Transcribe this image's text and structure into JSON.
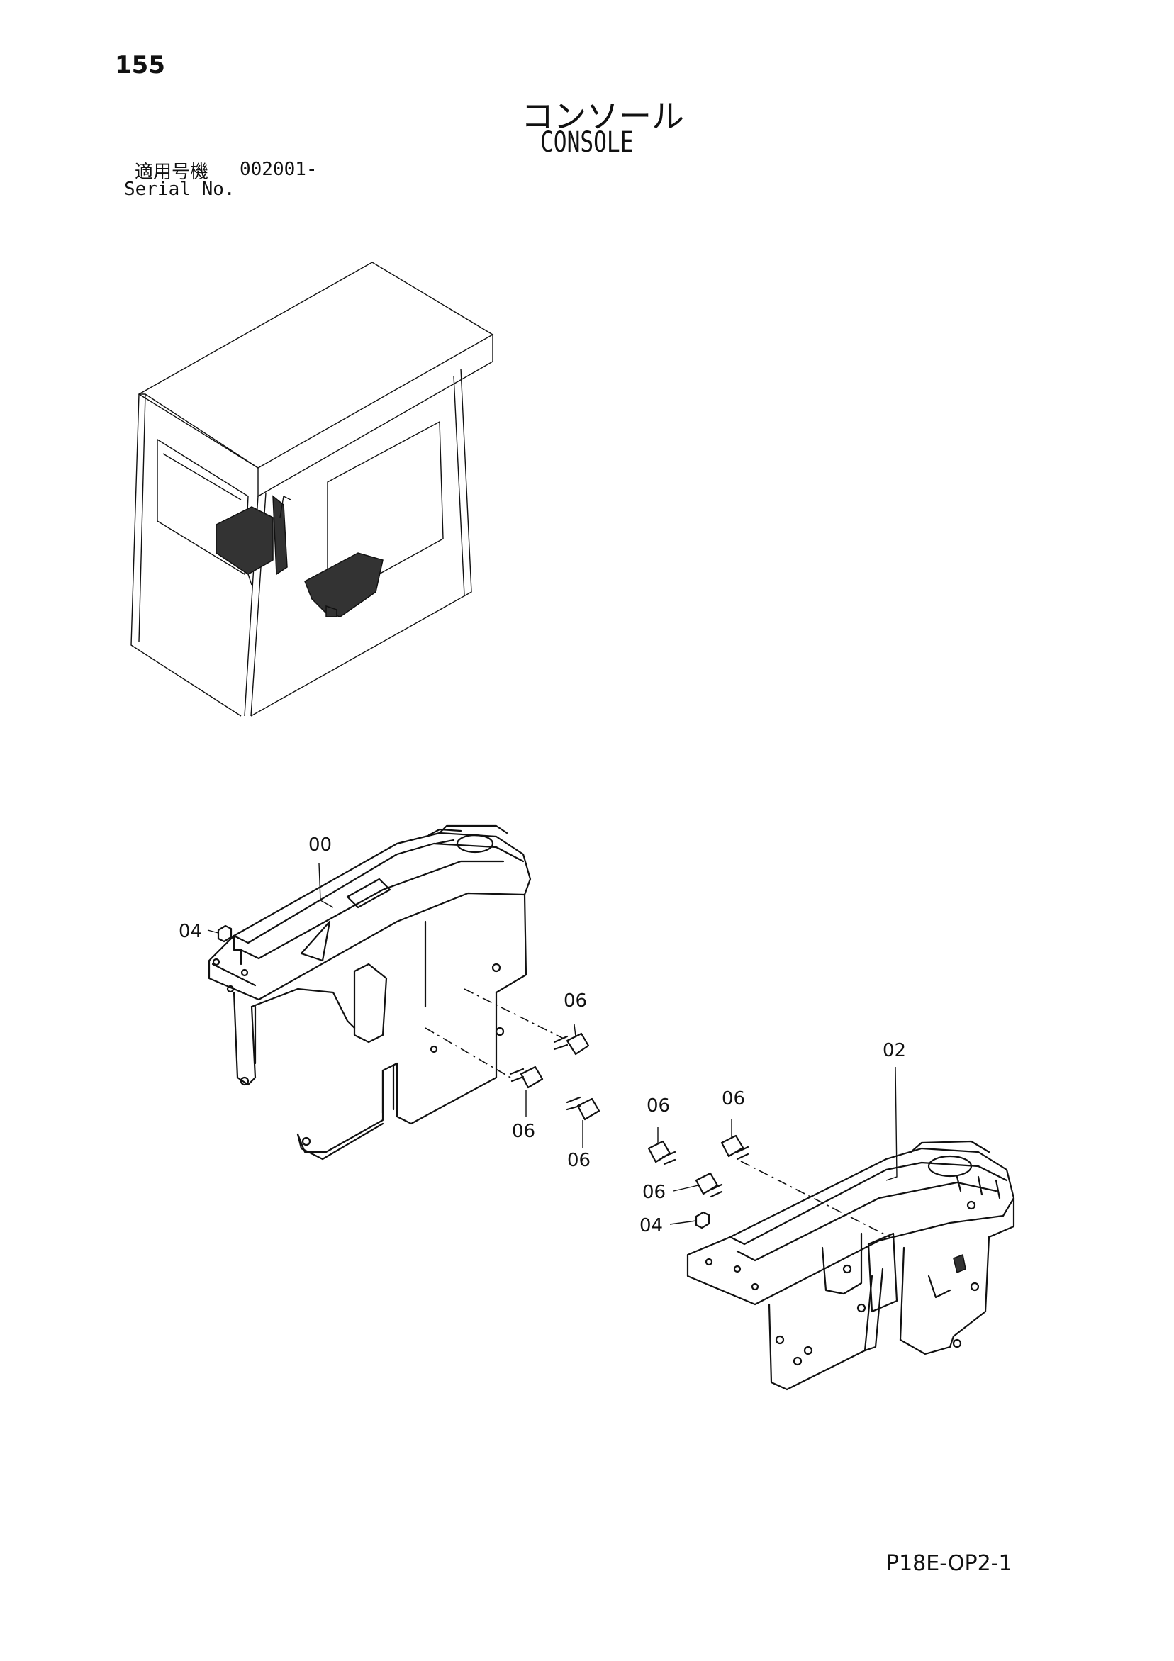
{
  "page_number": "155",
  "title_jp": "コンソール",
  "title_en": "CONSOLE",
  "serial_label_jp": "適用号機",
  "serial_value": "002001-",
  "serial_label_en": "Serial No.",
  "footer_code": "P18E-OP2-1",
  "callouts": {
    "c00": "00",
    "c02": "02",
    "c04a": "04",
    "c04b": "04",
    "c06a": "06",
    "c06b": "06",
    "c06c": "06",
    "c06d": "06",
    "c06e": "06",
    "c06f": "06"
  }
}
